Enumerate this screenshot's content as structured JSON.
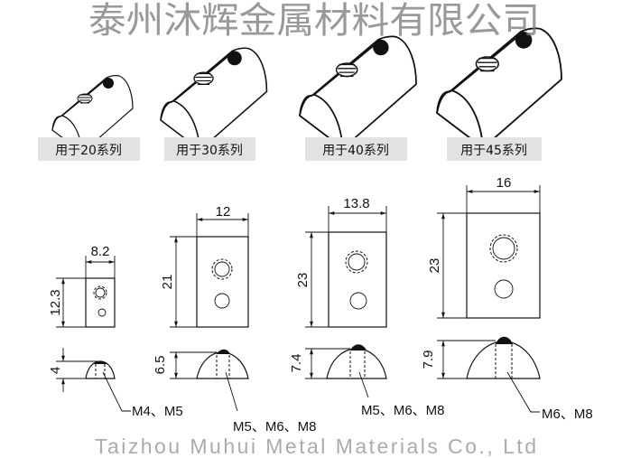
{
  "series_labels": [
    "用于20系列",
    "用于30系列",
    "用于40系列",
    "用于45系列"
  ],
  "watermark": {
    "cn": "泰州沐辉金属材料有限公司",
    "en": "Taizhou Muhui Metal Materials Co., Ltd"
  },
  "dimensions": [
    {
      "width": "8.2",
      "length": "12.3",
      "height": "4",
      "threads": "M4、M5"
    },
    {
      "width": "12",
      "length": "21",
      "height": "6.5",
      "threads": "M5、M6、M8"
    },
    {
      "width": "13.8",
      "length": "23",
      "height": "7.4",
      "threads": "M5、M6、M8"
    },
    {
      "width": "16",
      "length": "23",
      "height": "7.9",
      "threads": "M6、M8"
    }
  ],
  "colors": {
    "label_bg": "#e2e2e2",
    "line": "#111111"
  }
}
